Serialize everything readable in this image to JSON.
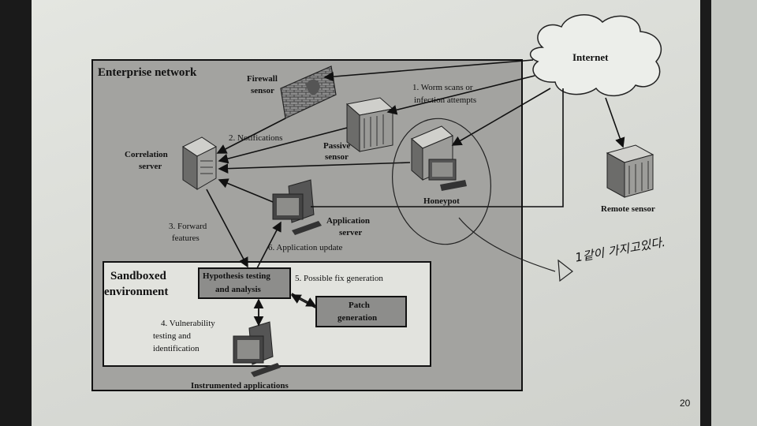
{
  "labels": {
    "enterprise": "Enterprise network",
    "internet": "Internet",
    "firewall_line1": "Firewall",
    "firewall_line2": "sensor",
    "step1_line1": "1. Worm scans or",
    "step1_line2": "infection attempts",
    "step2": "2. Notifications",
    "passive_line1": "Passive",
    "passive_line2": "sensor",
    "correlation_line1": "Correlation",
    "correlation_line2": "server",
    "honeypot": "Honeypot",
    "remote_sensor": "Remote sensor",
    "step3_line1": "3. Forward",
    "step3_line2": "features",
    "app_server_line1": "Application",
    "app_server_line2": "server",
    "step6": "6. Application update",
    "sandboxed_line1": "Sandboxed",
    "sandboxed_line2": "environment",
    "hypothesis_line1": "Hypothesis testing",
    "hypothesis_line2": "and analysis",
    "step5": "5. Possible fix generation",
    "patch_line1": "Patch",
    "patch_line2": "generation",
    "step4_line1": "4. Vulnerability",
    "step4_line2": "testing and",
    "step4_line3": "identification",
    "instrumented": "Instrumented applications",
    "page_number": "20"
  },
  "handwriting": "1같이 가지고있다."
}
